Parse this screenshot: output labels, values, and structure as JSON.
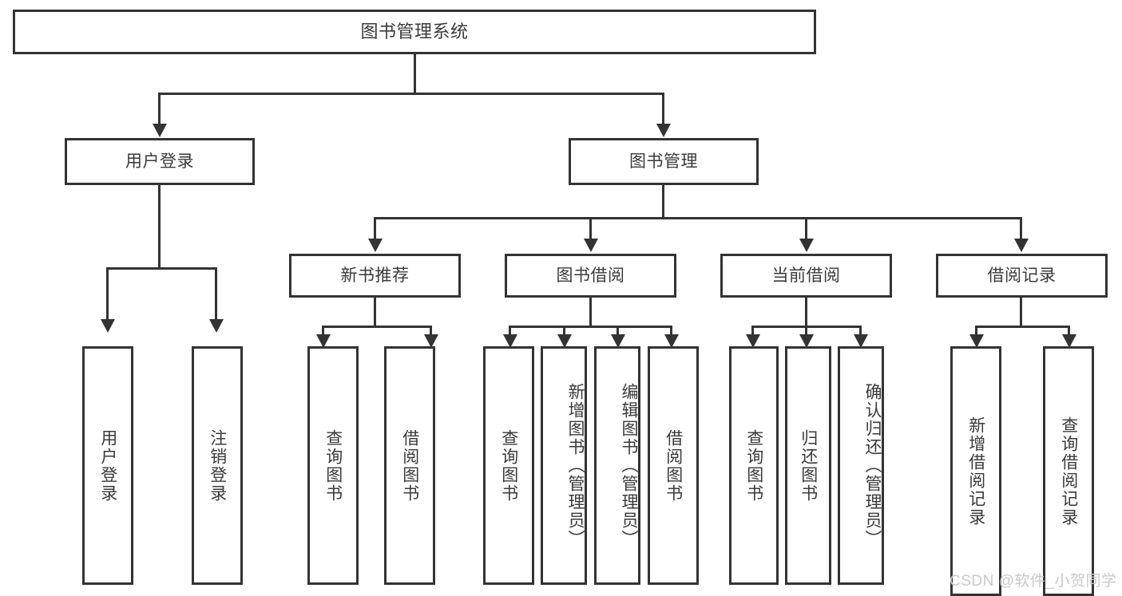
{
  "diagram": {
    "type": "tree-hierarchy-chart",
    "title": "图书管理系统",
    "watermark": "CSDN @软件_小贺同学",
    "colors": {
      "stroke": "#333333",
      "text": "#3a3a3a",
      "background": "#ffffff",
      "watermark": "#c9c9c9"
    },
    "levels": {
      "root": {
        "label": "图书管理系统"
      },
      "level1": [
        {
          "id": "user-login",
          "label": "用户登录"
        },
        {
          "id": "book-management",
          "label": "图书管理"
        }
      ],
      "level2": [
        {
          "id": "new-book-recommend",
          "label": "新书推荐",
          "parent": "book-management"
        },
        {
          "id": "book-borrow",
          "label": "图书借阅",
          "parent": "book-management"
        },
        {
          "id": "current-borrow",
          "label": "当前借阅",
          "parent": "book-management"
        },
        {
          "id": "borrow-record",
          "label": "借阅记录",
          "parent": "book-management"
        }
      ],
      "leaves": [
        {
          "id": "leaf-user-login",
          "label": "用户登录",
          "parent": "user-login"
        },
        {
          "id": "leaf-logout-login",
          "label": "注销登录",
          "parent": "user-login"
        },
        {
          "id": "leaf-query-book-1",
          "label": "查询图书",
          "parent": "new-book-recommend"
        },
        {
          "id": "leaf-borrow-book-1",
          "label": "借阅图书",
          "parent": "new-book-recommend"
        },
        {
          "id": "leaf-query-book-2",
          "label": "查询图书",
          "parent": "book-borrow"
        },
        {
          "id": "leaf-add-book",
          "label": "新增图书（管理员）",
          "parent": "book-borrow"
        },
        {
          "id": "leaf-edit-book",
          "label": "编辑图书（管理员）",
          "parent": "book-borrow"
        },
        {
          "id": "leaf-borrow-book-2",
          "label": "借阅图书",
          "parent": "book-borrow"
        },
        {
          "id": "leaf-query-book-3",
          "label": "查询图书",
          "parent": "current-borrow"
        },
        {
          "id": "leaf-return-book",
          "label": "归还图书",
          "parent": "current-borrow"
        },
        {
          "id": "leaf-confirm-return",
          "label": "确认归还（管理员）",
          "parent": "current-borrow"
        },
        {
          "id": "leaf-add-record",
          "label": "新增借阅记录",
          "parent": "borrow-record"
        },
        {
          "id": "leaf-query-record",
          "label": "查询借阅记录",
          "parent": "borrow-record"
        }
      ]
    }
  }
}
